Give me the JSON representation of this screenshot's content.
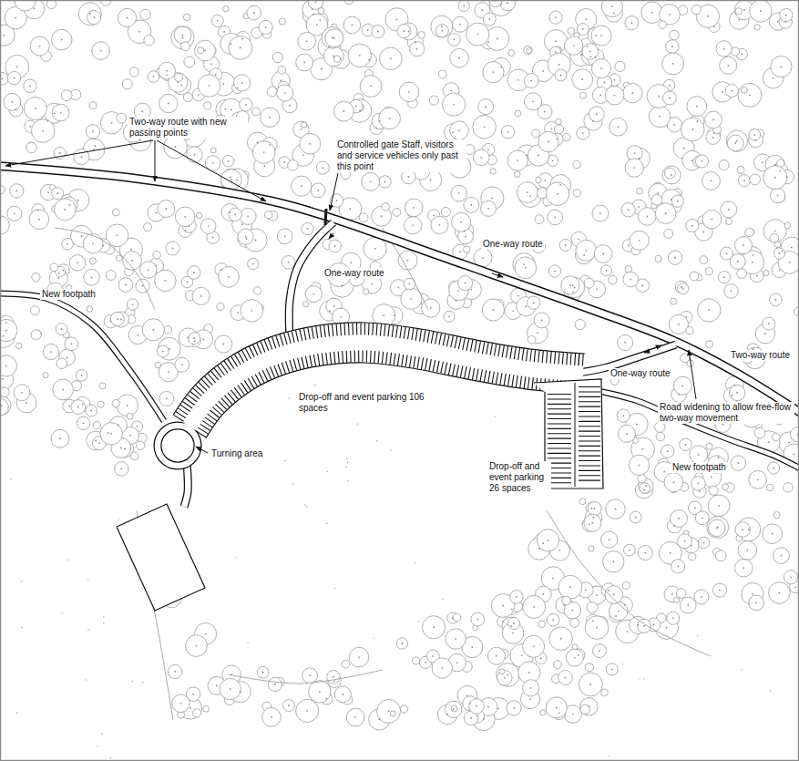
{
  "diagram": {
    "labels": [
      "Two-way route with new passing points",
      "Controlled gate Staff, visitors and service vehicles only past this point",
      "One-way route",
      "One-way route",
      "New footpath",
      "Two-way route",
      "One-way route",
      "Road widening to allow free-flow two-way movement",
      "Drop-off and event parking 106 spaces",
      "Turning area",
      "Drop-off and event parking 26 spaces",
      "New footpath"
    ]
  }
}
